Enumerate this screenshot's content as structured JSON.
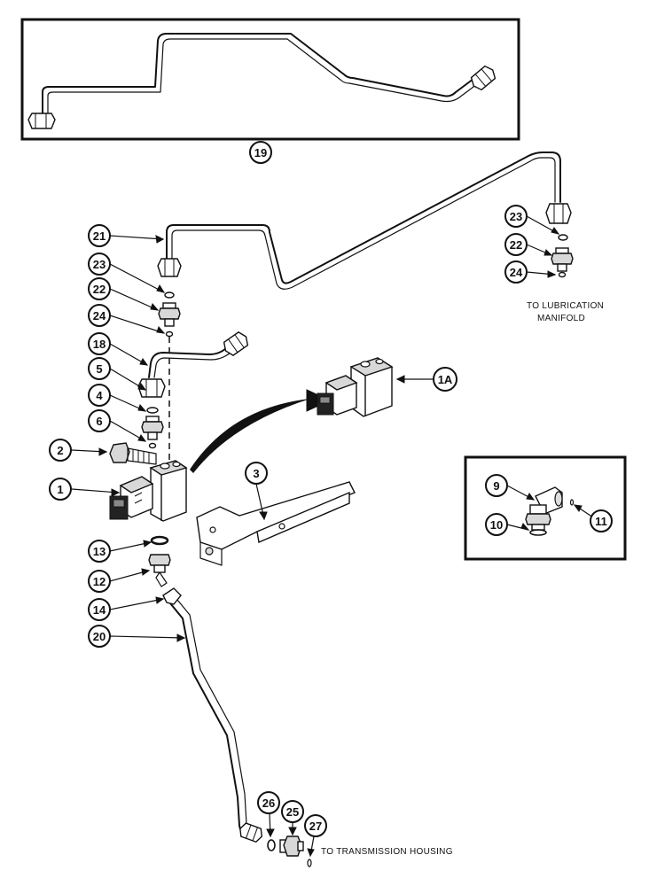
{
  "callouts": {
    "c19": "19",
    "c21": "21",
    "c23a": "23",
    "c22a": "22",
    "c24a": "24",
    "c18": "18",
    "c5": "5",
    "c4": "4",
    "c6": "6",
    "c2": "2",
    "c1": "1",
    "c1A": "1A",
    "c3": "3",
    "c13": "13",
    "c12": "12",
    "c14": "14",
    "c20": "20",
    "c23b": "23",
    "c22b": "22",
    "c24b": "24",
    "c9": "9",
    "c10": "10",
    "c11": "11",
    "c26": "26",
    "c25": "25",
    "c27": "27"
  },
  "notes": {
    "lubrication_line1": "TO LUBRICATION",
    "lubrication_line2": "MANIFOLD",
    "transmission": "TO TRANSMISSION HOUSING"
  }
}
